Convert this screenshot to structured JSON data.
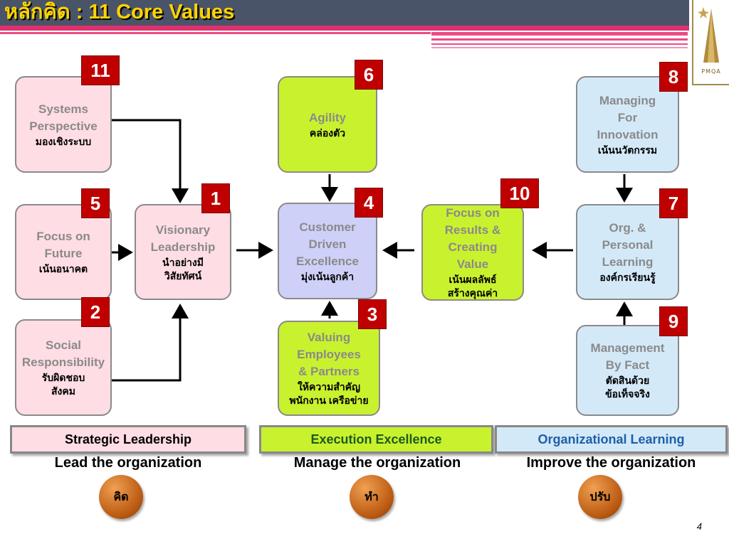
{
  "header": {
    "title": "หลักคิด : 11 Core Values"
  },
  "logo": {
    "text": "PMQA"
  },
  "boxes": [
    {
      "id": "systems",
      "num": "11",
      "en": "Systems\nPerspective",
      "th": "มองเชิงระบบ",
      "color": "#ffdde4"
    },
    {
      "id": "future",
      "num": "5",
      "en": "Focus on\nFuture",
      "th": "เน้นอนาคต",
      "color": "#ffdde4"
    },
    {
      "id": "social",
      "num": "2",
      "en": "Social\nResponsibility",
      "th": "รับผิดชอบ\nสังคม",
      "color": "#ffdde4"
    },
    {
      "id": "visionary",
      "num": "1",
      "en": "Visionary\nLeadership",
      "th": "นำอย่างมี\nวิสัยทัศน์",
      "color": "#ffdde4"
    },
    {
      "id": "agility",
      "num": "6",
      "en": "Agility",
      "th": "คล่องตัว",
      "color": "#c9f22e"
    },
    {
      "id": "customer",
      "num": "4",
      "en": "Customer\nDriven\nExcellence",
      "th": "มุ่งเน้นลูกค้า",
      "color": "#cfd0f8"
    },
    {
      "id": "valuing",
      "num": "3",
      "en": "Valuing\nEmployees\n& Partners",
      "th": "ให้ความสำคัญ\nพนักงาน เครือข่าย",
      "color": "#c9f22e"
    },
    {
      "id": "results",
      "num": "10",
      "en": "Focus on\nResults &\nCreating\nValue",
      "th": "เน้นผลลัพธ์\nสร้างคุณค่า",
      "color": "#c9f22e"
    },
    {
      "id": "innovation",
      "num": "8",
      "en": "Managing\nFor\nInnovation",
      "th": "เน้นนวัตกรรม",
      "color": "#d3e9f8"
    },
    {
      "id": "org-learning",
      "num": "7",
      "en": "Org. &\nPersonal\nLearning",
      "th": "องค์กรเรียนรู้",
      "color": "#d3e9f8"
    },
    {
      "id": "fact",
      "num": "9",
      "en": "Management\nBy Fact",
      "th": "ตัดสินด้วย\nข้อเท็จจริง",
      "color": "#d3e9f8"
    }
  ],
  "bands": [
    {
      "label": "Strategic Leadership",
      "text_color": "#000000",
      "color": "#ffdde4"
    },
    {
      "label": "Execution Excellence",
      "text_color": "#1e5a1e",
      "color": "#c9f22e"
    },
    {
      "label": "Organizational Learning",
      "text_color": "#1f5fa8",
      "color": "#d3e9f8"
    }
  ],
  "taglines": [
    "Lead the organization",
    "Manage the organization",
    "Improve the organization"
  ],
  "circles": [
    "คิด",
    "ทำ",
    "ปรับ"
  ],
  "page_number": "4"
}
